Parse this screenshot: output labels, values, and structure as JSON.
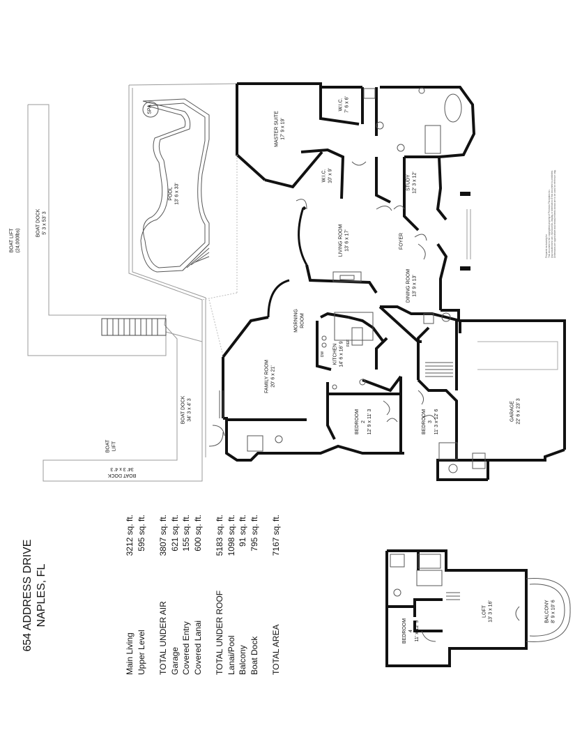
{
  "address": {
    "line1": "654 ADDRESS DRIVE",
    "line2": "NAPLES, FL"
  },
  "area_table": [
    {
      "label": "Main Living",
      "value": "3212 sq. ft."
    },
    {
      "label": "Upper Level",
      "value": "595 sq. ft."
    },
    {
      "label": "TOTAL UNDER AIR",
      "value": "3807 sq. ft."
    },
    {
      "label": "Garage",
      "value": "621 sq. ft."
    },
    {
      "label": "Covered Entry",
      "value": "155 sq. ft."
    },
    {
      "label": "Covered Lanai",
      "value": "600 sq. ft."
    },
    {
      "label": "TOTAL UNDER ROOF",
      "value": "5183 sq. ft."
    },
    {
      "label": "Lanai/Pool",
      "value": "1098 sq. ft."
    },
    {
      "label": "Balcony",
      "value": "91 sq. ft."
    },
    {
      "label": "Boat Dock",
      "value": "795 sq. ft."
    },
    {
      "label": "TOTAL AREA",
      "value": "7167 sq. ft."
    }
  ],
  "rooms": {
    "boat_lift_top": {
      "name": "BOAT LIFT",
      "dim": "(24,000lbs)"
    },
    "boat_dock_top": {
      "name": "BOAT DOCK",
      "dim": "5' 3 x 53' 3"
    },
    "spa": {
      "name": "SPA"
    },
    "pool": {
      "name": "POOL",
      "dim": "13' 6 x 33'"
    },
    "master_suite": {
      "name": "MASTER SUITE",
      "dim": "17' 9 x 19'"
    },
    "wic_1": {
      "name": "W.I.C.",
      "dim": "7' 6 x 6'"
    },
    "wic_2": {
      "name": "W.I.C.",
      "dim": "10' x 9'"
    },
    "study": {
      "name": "STUDY",
      "dim": "12' 3 x 12'"
    },
    "foyer": {
      "name": "FOYER"
    },
    "living_room": {
      "name": "LIVING ROOM",
      "dim": "13' 6 x 17'"
    },
    "dining_room": {
      "name": "DINING ROOM",
      "dim": "13' 9 x 13'"
    },
    "morning_room": {
      "name": "MORNING",
      "dim": "ROOM"
    },
    "kitchen": {
      "name": "KITCHEN",
      "dim": "14' 6 x 16' 9"
    },
    "ref": {
      "name": "REF"
    },
    "family_room": {
      "name": "FAMILY ROOM",
      "dim": "20' 6 x 21'"
    },
    "bedroom_2": {
      "name": "BEDROOM",
      "num": "2",
      "dim": "12' 9 x 11' 3"
    },
    "bedroom_3": {
      "name": "BEDROOM",
      "num": "3",
      "dim": "11' 3 x 12' 6"
    },
    "garage": {
      "name": "GARAGE",
      "dim": "22' 6 x 23' 3"
    },
    "boat_dock_mid": {
      "name": "BOAT DOCK",
      "dim": "34' 3 x 4' 3"
    },
    "boat_lift_mid": {
      "name": "BOAT",
      "dim": "LIFT"
    },
    "boat_dock_bottom": {
      "name": "BOAT DOCK",
      "dim": "34' 3 x 4' 3"
    },
    "bedroom_4": {
      "name": "BEDROOM",
      "num": "4",
      "dim": "11' x 12' 9"
    },
    "loft": {
      "name": "LOFT",
      "dim": "13' 3 x 16'"
    },
    "balcony": {
      "name": "BALCONY",
      "dim": "8' 9 x 10' 6"
    }
  },
  "fixtures": {
    "dw": "DW"
  },
  "disclaimer": {
    "line1": "Prepared exclusively for",
    "line2": "This document is the copyrighted property of Precision Floorplans Inc.",
    "line3": "Any unauthorized use, reproduction, display, or distribution of this document is prohibited.",
    "line4": "Dimensions are approximate and measurements shown are to be used for reference only."
  }
}
